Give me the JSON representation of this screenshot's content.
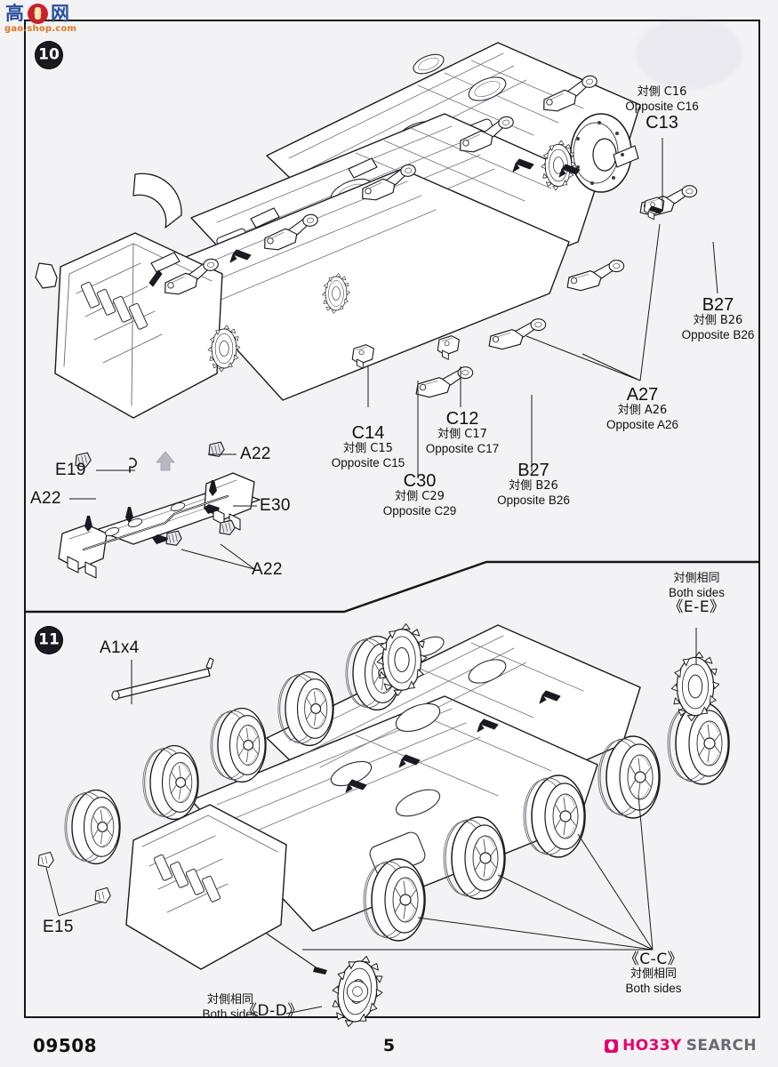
{
  "document": {
    "kit_number": "09508",
    "page_number": "5"
  },
  "watermark": {
    "cjk_left": "高",
    "cjk_right": "网",
    "domain": "gao.shop.com",
    "emblem_color": "#c9212a",
    "cjk_color": "#2a4f9e",
    "domain_color": "#e0761c"
  },
  "retailer": {
    "icon": "flame-icon",
    "name_brand": "HO33Y",
    "name_word": "SEARCH",
    "brand_color": "#e5006e",
    "word_color": "#6a6a72"
  },
  "steps": [
    {
      "number": "10"
    },
    {
      "number": "11"
    }
  ],
  "labels": {
    "c13": {
      "jp": "対側 C16",
      "en": "Opposite C16",
      "part": "C13"
    },
    "b27_right": {
      "part": "B27",
      "jp": "対側 B26",
      "en": "Opposite B26"
    },
    "a27": {
      "part": "A27",
      "jp": "対側 A26",
      "en": "Opposite A26"
    },
    "c14": {
      "part": "C14",
      "jp": "対側 C15",
      "en": "Opposite C15"
    },
    "c12": {
      "part": "C12",
      "jp": "対側 C17",
      "en": "Opposite C17"
    },
    "c30": {
      "part": "C30",
      "jp": "対側 C29",
      "en": "Opposite C29"
    },
    "b27_mid": {
      "part": "B27",
      "jp": "対側 B26",
      "en": "Opposite B26"
    },
    "e19": {
      "part": "E19"
    },
    "a22_left": {
      "part": "A22"
    },
    "a22_top": {
      "part": "A22"
    },
    "a22_bottom": {
      "part": "A22"
    },
    "e30": {
      "part": "E30"
    },
    "a1x4": {
      "part": "A1x4"
    },
    "e15": {
      "part": "E15"
    },
    "ee": {
      "jp": "対側相同",
      "en": "Both sides",
      "section": "《E-E》"
    },
    "cc": {
      "section": "《C-C》",
      "jp": "対側相同",
      "en": "Both sides"
    },
    "dd": {
      "jp": "対側相同",
      "en": "Both sides",
      "section": "《D-D》"
    }
  }
}
